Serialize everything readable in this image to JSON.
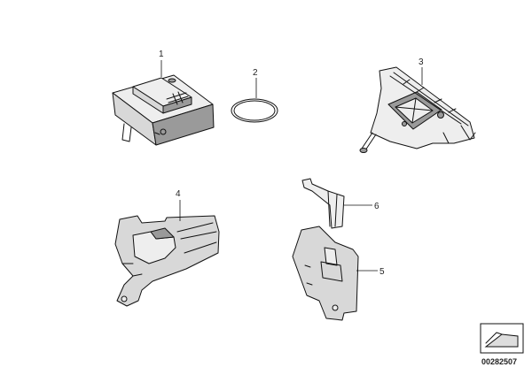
{
  "callouts": {
    "part_1": "1",
    "part_2": "2",
    "part_3": "3",
    "part_4": "4",
    "part_6": "6",
    "part_5": "5"
  },
  "catalog_number": "00282507",
  "icons": [
    "car-section-icon"
  ],
  "colors": {
    "ink": "#111111",
    "fill": "#d8d8d8",
    "background": "#ffffff"
  }
}
